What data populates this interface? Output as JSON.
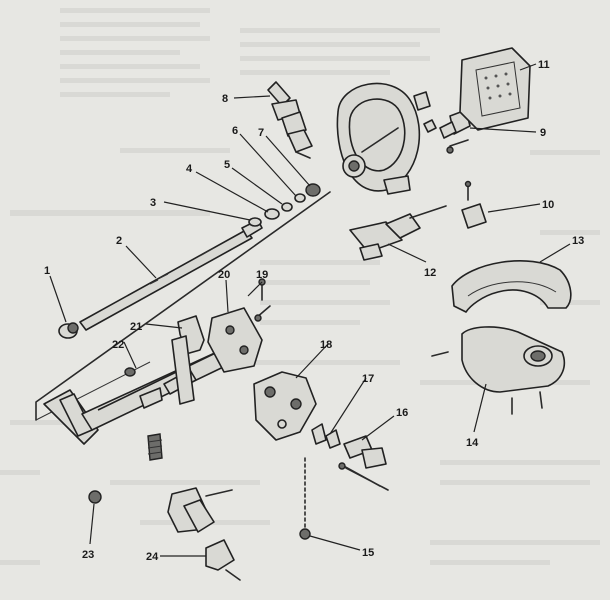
{
  "callouts": [
    {
      "id": "1",
      "label": "1"
    },
    {
      "id": "2",
      "label": "2"
    },
    {
      "id": "3",
      "label": "3"
    },
    {
      "id": "4",
      "label": "4"
    },
    {
      "id": "5",
      "label": "5"
    },
    {
      "id": "6",
      "label": "6"
    },
    {
      "id": "7",
      "label": "7"
    },
    {
      "id": "8",
      "label": "8"
    },
    {
      "id": "9",
      "label": "9"
    },
    {
      "id": "10",
      "label": "10"
    },
    {
      "id": "11",
      "label": "11"
    },
    {
      "id": "12",
      "label": "12"
    },
    {
      "id": "13",
      "label": "13"
    },
    {
      "id": "14",
      "label": "14"
    },
    {
      "id": "15",
      "label": "15"
    },
    {
      "id": "16",
      "label": "16"
    },
    {
      "id": "17",
      "label": "17"
    },
    {
      "id": "18",
      "label": "18"
    },
    {
      "id": "19",
      "label": "19"
    },
    {
      "id": "20",
      "label": "20"
    },
    {
      "id": "21",
      "label": "21"
    },
    {
      "id": "22",
      "label": "22"
    },
    {
      "id": "23",
      "label": "23"
    },
    {
      "id": "24",
      "label": "24"
    }
  ],
  "colors": {
    "paper": "#e7e7e3",
    "ink": "#2a2a2a",
    "part_fill": "#d9d9d4"
  }
}
